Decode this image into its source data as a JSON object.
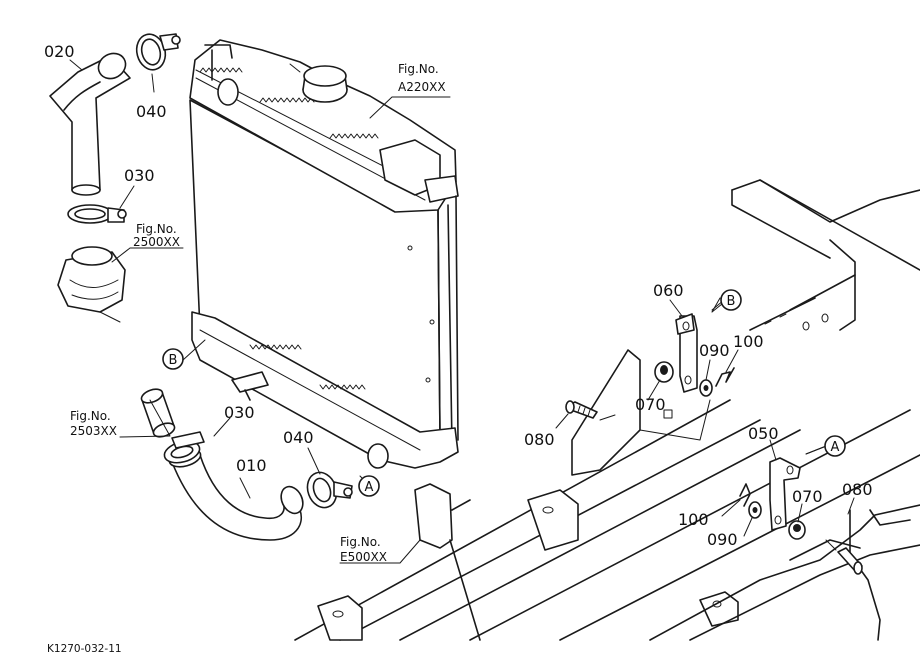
{
  "parts": {
    "p020": "020",
    "p040_top": "040",
    "p030_top": "030",
    "p030_bottom": "030",
    "p010": "010",
    "p040_bottom": "040",
    "p060": "060",
    "p090_upper": "090",
    "p100_upper": "100",
    "p070_upper": "070",
    "p080_upper": "080",
    "p050": "050",
    "p100_lower": "100",
    "p090_lower": "090",
    "p070_lower": "070",
    "p080_lower": "080"
  },
  "refs": {
    "a220_line1": "Fig.No.",
    "a220_line2": "A220XX",
    "r2500_line1": "Fig.No.",
    "r2500_line2": "2500XX",
    "r2503_line1": "Fig.No.",
    "r2503_line2": "2503XX",
    "e500_line1": "Fig.No.",
    "e500_line2": "E500XX"
  },
  "markers": {
    "b_left": "B",
    "a_hose": "A",
    "b_bracket": "B",
    "a_bracket": "A"
  },
  "drawing_code": "K1270-032-11"
}
